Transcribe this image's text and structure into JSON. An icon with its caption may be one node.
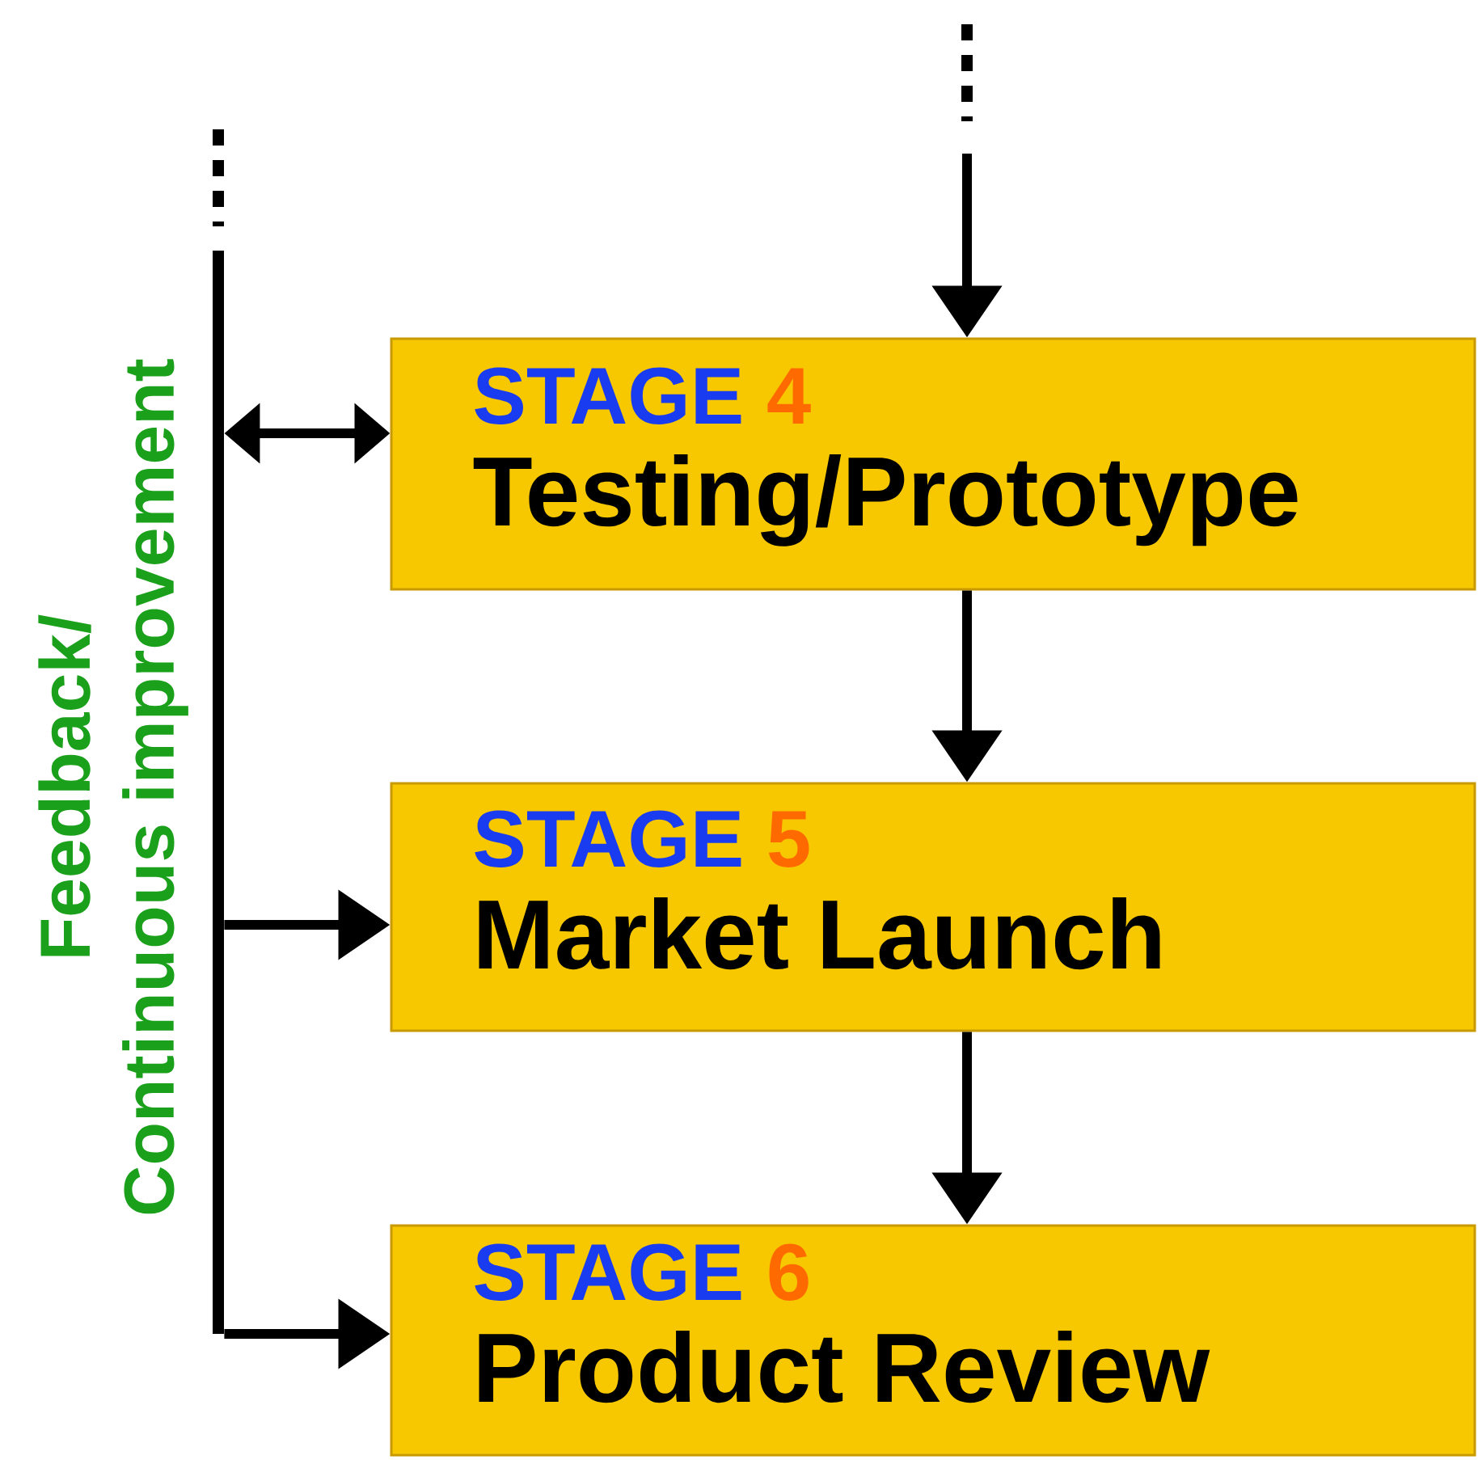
{
  "diagram": {
    "nodes": [
      {
        "text": [],
        "shape": "bar",
        "beside": [
          "Feedback/",
          "Continuous improvement"
        ]
      },
      {
        "text": [
          "STAGE",
          "4",
          "Testing/Prototype"
        ]
      },
      {
        "text": [
          "STAGE",
          "5",
          "Market Launch"
        ]
      },
      {
        "text": [
          "STAGE",
          "6",
          "Product Review"
        ]
      }
    ],
    "edges": [
      {
        "from": null,
        "to": 1,
        "arrow": "to"
      },
      {
        "from": 0,
        "to": 1,
        "arrow": "both"
      },
      {
        "from": 1,
        "to": 2,
        "arrow": "to"
      },
      {
        "from": 0,
        "to": 2,
        "arrow": "to"
      },
      {
        "from": 2,
        "to": 3,
        "arrow": "to"
      },
      {
        "from": 0,
        "to": 3,
        "arrow": "to"
      }
    ]
  }
}
